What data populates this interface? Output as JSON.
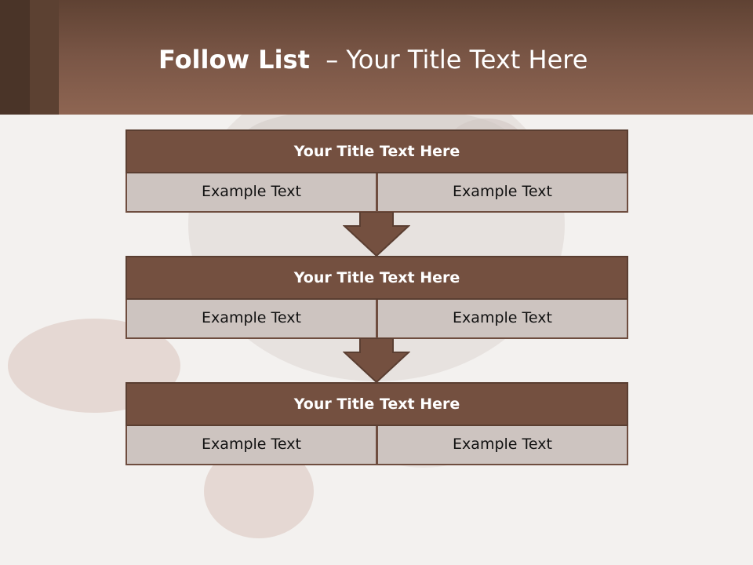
{
  "slide": {
    "title_bold": "Follow List",
    "title_rest": "– Your Title Text Here"
  },
  "steps": [
    {
      "title": "Your Title Text Here",
      "left": "Example Text",
      "right": "Example Text"
    },
    {
      "title": "Your Title Text Here",
      "left": "Example Text",
      "right": "Example Text"
    },
    {
      "title": "Your Title Text Here",
      "left": "Example Text",
      "right": "Example Text"
    }
  ],
  "colors": {
    "header": "#7a5646",
    "block_title": "#745040",
    "cell": "#cdc4c0"
  }
}
